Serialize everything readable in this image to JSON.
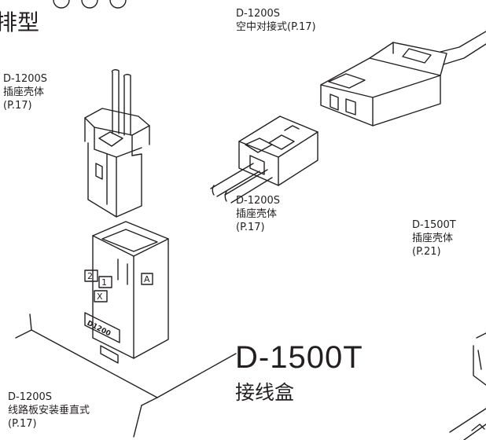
{
  "header": {
    "top_fragment": "排型"
  },
  "labels": {
    "splice": {
      "model": "D-1200S",
      "name": "空中对接式(P.17)"
    },
    "housing_left": {
      "model": "D-1200S",
      "name": "插座壳体",
      "page": "(P.17)"
    },
    "housing_middle": {
      "model": "D-1200S",
      "name": "插座壳体",
      "page": "(P.17)"
    },
    "housing_right": {
      "model": "D-1500T",
      "name": "插座壳体",
      "page": "(P.21)"
    },
    "pcb_vertical": {
      "model": "D-1200S",
      "name": "线路板安装垂直式",
      "page": "(P.17)"
    }
  },
  "series": {
    "title": "D-1500T",
    "subtitle": "接线盒"
  },
  "part_markings": {
    "pin_2": "2",
    "pin_1": "1",
    "pin_a": "A",
    "x_mark": "X",
    "model_mark": "D1200"
  }
}
